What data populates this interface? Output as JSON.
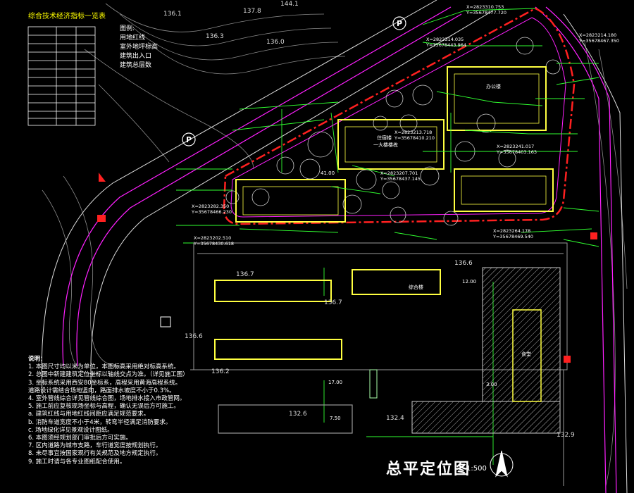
{
  "title": "总平定位图",
  "scale": "1:500",
  "table_title": "综合技术经济指标一览表",
  "legend_title": "图例:",
  "legend_items": [
    "用地红线",
    "室外地坪标高",
    "建筑出入口",
    "建筑总层数"
  ],
  "notes_title": "说明：",
  "notes": [
    "1. 本图尺寸均以米为单位，本图标高采用绝对标高系统。",
    "2. 总图中新建建筑定位坐标以轴线交点为准。（详见施工图）",
    "3. 坐标系统采用西安80坐标系，高程采用黄海高程系统。",
    "   道路设计需结合场地竖向，路面排水坡度不小于0.3%。",
    "4. 室外管线综合详见管线综合图，场地排水接入市政管网。",
    "5. 施工前应复核现场坐标与高程，确认无误后方可施工。",
    "   a. 建筑红线与用地红线间距应满足规范要求。",
    "   b. 消防车道宽度不小于4米，转弯半径满足消防要求。",
    "   c. 场地绿化详见景观设计图纸。",
    "6. 本图须经规划部门审批后方可实施。",
    "7. 区内道路为城市支路，车行道宽度按规划执行。",
    "8. 未尽事宜按国家现行有关规范及地方规定执行。",
    "9. 施工时请与各专业图纸配合使用。"
  ],
  "elevations": [
    "136.1",
    "137.8",
    "144.1",
    "136.3",
    "136.0",
    "136.7",
    "136.7",
    "136.6",
    "136.2",
    "132.6",
    "132.4",
    "132.9",
    "136.6"
  ],
  "coords_labels": [
    "X=2823310.753",
    "Y=35678477.720",
    "X=2823314.035",
    "Y=35678443.964",
    "X=2823214.180",
    "Y=35678467.350",
    "X=2823213.718",
    "Y=35678410.210",
    "X=2823207.701",
    "Y=35678437.145",
    "X=2823241.017",
    "Y=35678403.163",
    "X=2823264.178",
    "Y=35678469.540",
    "X=2823282.350",
    "Y=35678466.230",
    "X=2823202.510",
    "Y=35678430.618"
  ],
  "building_labels": [
    "住宿楼",
    "一大楼楼栋",
    "办公楼",
    "综合楼",
    "食堂"
  ],
  "dims": [
    "41.00",
    "12.00",
    "17.00",
    "7.50",
    "3.00"
  ],
  "colors": {
    "red_line": "#ff2020",
    "magenta": "#ff20ff",
    "green": "#30ff30",
    "yellow": "#ffff40",
    "white": "#ffffff",
    "gray": "#9a9a9a"
  }
}
